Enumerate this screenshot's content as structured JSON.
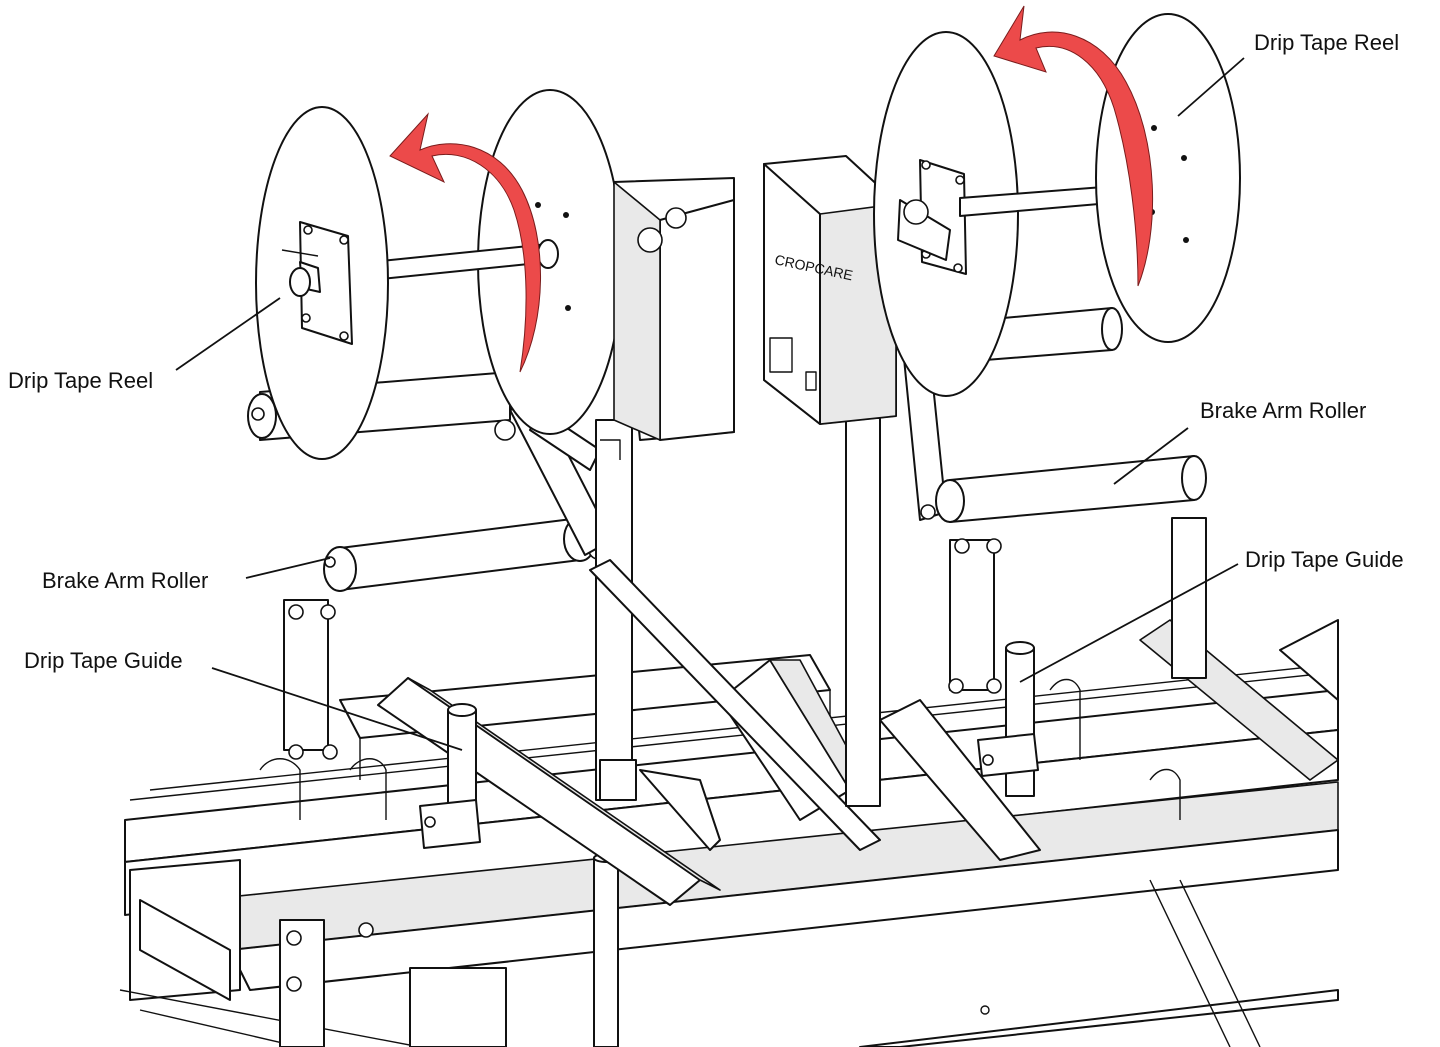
{
  "labels": {
    "reel_right": "Drip Tape Reel",
    "reel_left": "Drip Tape Reel",
    "roller_right": "Brake Arm Roller",
    "roller_left": "Brake Arm Roller",
    "guide_right": "Drip Tape Guide",
    "guide_left": "Drip Tape Guide"
  },
  "colors": {
    "rotation_arrow": "#ec4a4a",
    "line": "#111111",
    "background": "#ffffff"
  },
  "icons": {
    "rotation_arrow_left": "counterclockwise-rotation-arrow",
    "rotation_arrow_right": "counterclockwise-rotation-arrow"
  }
}
